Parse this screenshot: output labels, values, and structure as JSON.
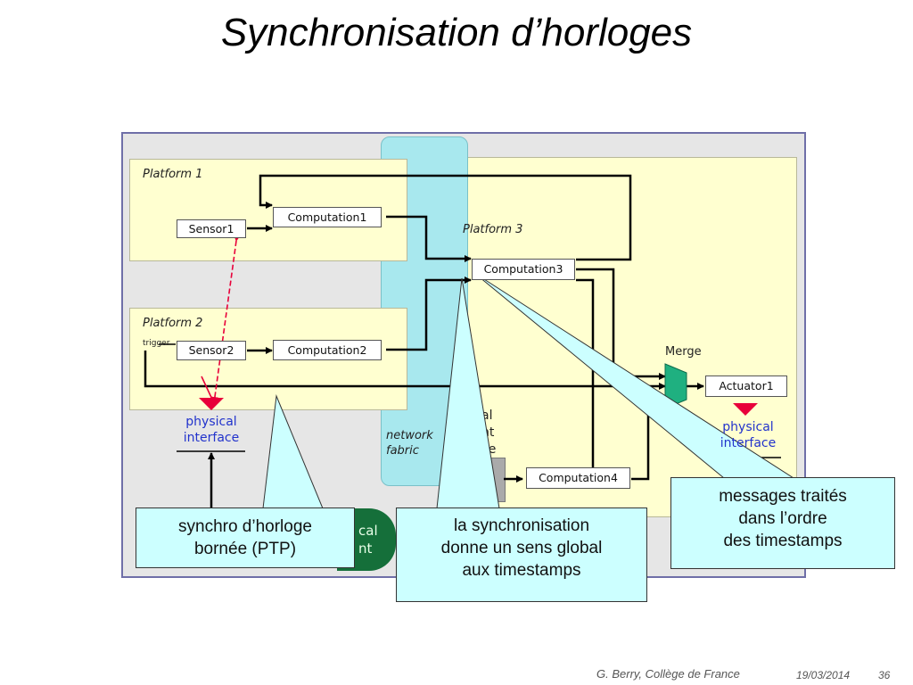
{
  "slide": {
    "title": "Synchronisation d’horloges",
    "footer_author": "G. Berry, Collège de France",
    "footer_date": "19/03/2014",
    "footer_page": "36"
  },
  "diagram": {
    "platform1_label": "Platform 1",
    "platform2_label": "Platform 2",
    "platform3_label": "Platform 3",
    "sensor1": "Sensor1",
    "sensor2": "Sensor2",
    "computation1": "Computation1",
    "computation2": "Computation2",
    "computation3": "Computation3",
    "computation4": "Computation4",
    "actuator1": "Actuator1",
    "merge": "Merge",
    "trigger": "trigger",
    "physical_interface_line1": "physical",
    "physical_interface_line2": "interface",
    "network_fabric_line1": "network",
    "network_fabric_line2": "fabric",
    "partial_label_1": "al",
    "partial_label_2": "nt",
    "partial_label_3": "ce",
    "green_partial_1": "cal",
    "green_partial_2": "nt"
  },
  "callouts": {
    "ptp_line1": "synchro d’horloge",
    "ptp_line2": "bornée (PTP)",
    "global_line1": "la synchronisation",
    "global_line2": "donne un sens global",
    "global_line3": "aux timestamps",
    "order_line1": "messages traités",
    "order_line2": "dans l’ordre",
    "order_line3": "des timestamps"
  },
  "colors": {
    "callout_bg": "#ccffff",
    "platform_bg": "#ffffd0",
    "fabric_bg": "#a8e8ee",
    "ptp_link": "#e8003a",
    "physical_interface_text": "#2233cc"
  }
}
